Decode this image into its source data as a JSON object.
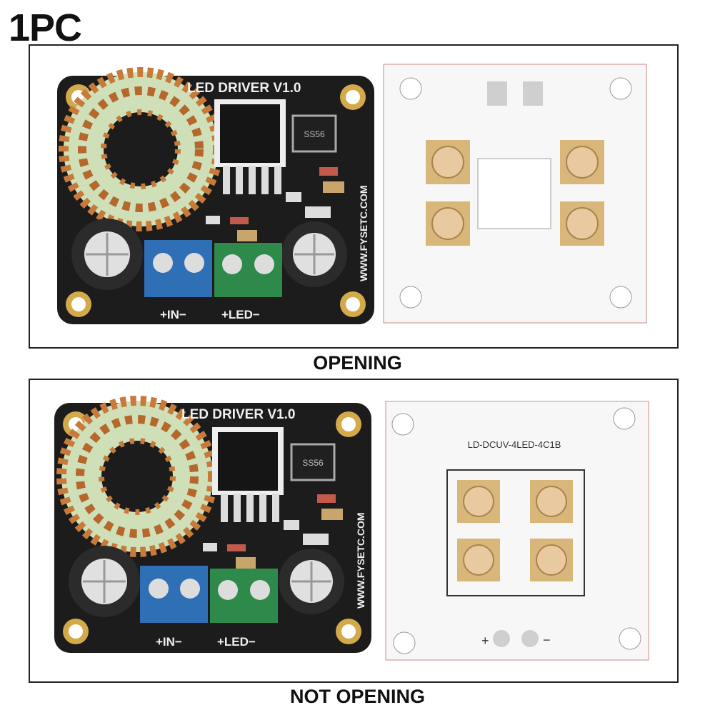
{
  "quantity_label": "1PC",
  "panels": [
    {
      "caption": "OPENING",
      "driver": {
        "title": "LED DRIVER V1.0",
        "url": "WWW.FYSETC.COM",
        "in_label": "+IN−",
        "led_label": "+LED−",
        "diode_marking": "SS56"
      },
      "led_board": {
        "marking": ""
      }
    },
    {
      "caption": "NOT OPENING",
      "driver": {
        "title": "LED DRIVER V1.0",
        "url": "WWW.FYSETC.COM",
        "in_label": "+IN−",
        "led_label": "+LED−",
        "diode_marking": "SS56"
      },
      "led_board": {
        "marking": "LD-DCUV-4LED-4C1B",
        "plus": "+",
        "minus": "−"
      }
    }
  ],
  "colors": {
    "pcb": "#1c1c1c",
    "copper": "#c87a3a",
    "core": "#cfe0b8",
    "blue_terminal": "#2f6fb5",
    "green_terminal": "#2e8a4a",
    "led_pad": "#d9b67a"
  }
}
